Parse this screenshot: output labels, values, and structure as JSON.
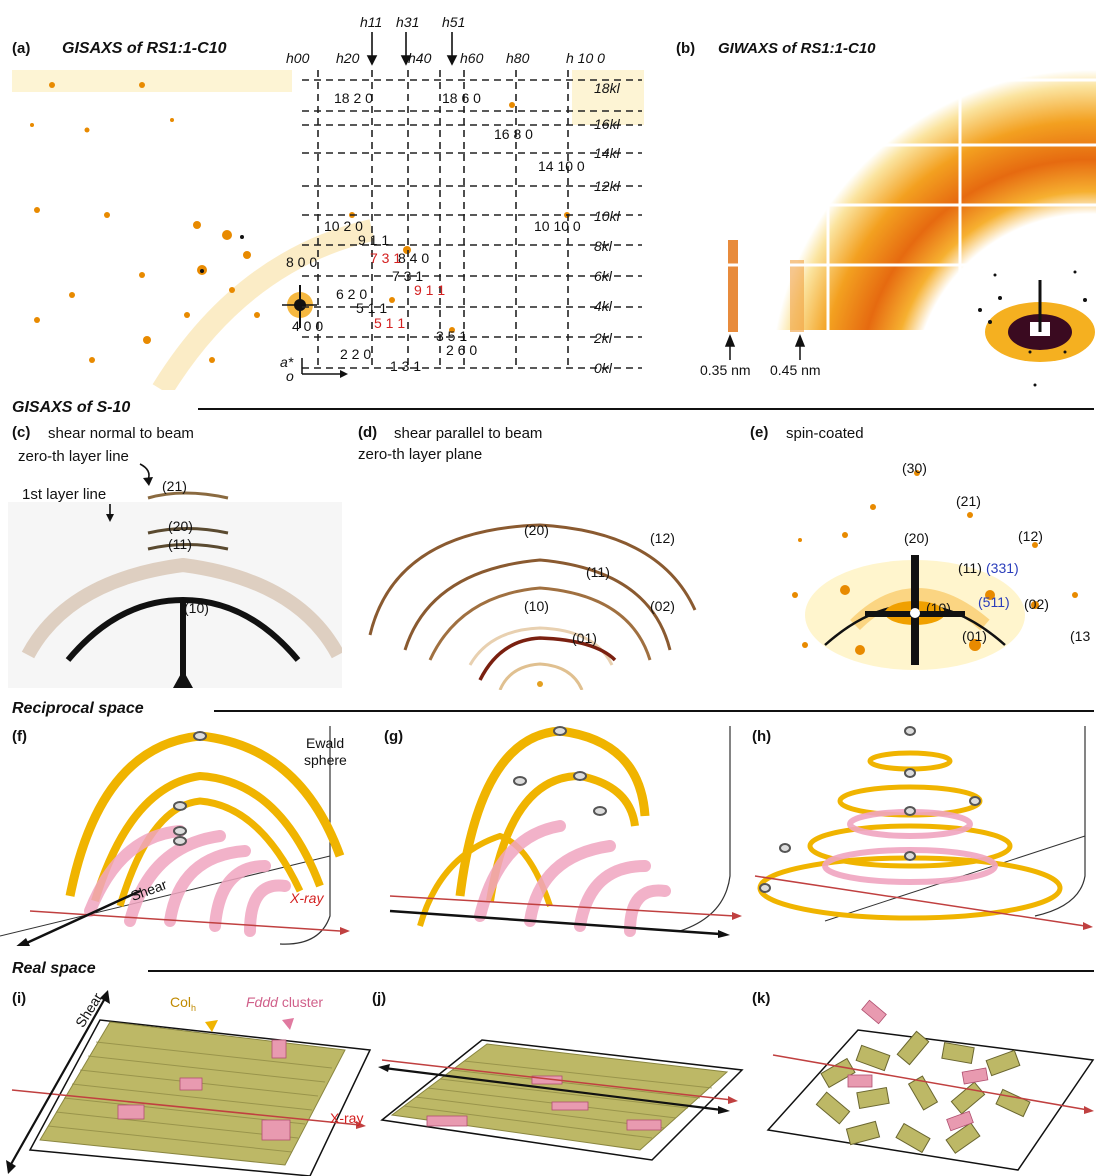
{
  "panels": {
    "a": {
      "letter": "(a)",
      "title": "GISAXS of RS1:1-C10"
    },
    "b": {
      "letter": "(b)",
      "title": "GIWAXS of RS1:1-C10"
    },
    "c": {
      "letter": "(c)",
      "title": "shear normal to beam"
    },
    "d": {
      "letter": "(d)",
      "title": "shear parallel to beam"
    },
    "e": {
      "letter": "(e)",
      "title": "spin-coated"
    },
    "f": {
      "letter": "(f)"
    },
    "g": {
      "letter": "(g)"
    },
    "h": {
      "letter": "(h)"
    },
    "i": {
      "letter": "(i)"
    },
    "j": {
      "letter": "(j)"
    },
    "k": {
      "letter": "(k)"
    }
  },
  "sections": {
    "gisaxs_s10": "GISAXS of S-10",
    "reciprocal": "Reciprocal space",
    "real": "Real space"
  },
  "panel_a": {
    "col_labels": [
      "h00",
      "h20",
      "h40",
      "h60",
      "h80",
      "h 10 0"
    ],
    "arrow_labels": [
      "h11",
      "h31",
      "h51"
    ],
    "row_labels": [
      "18kl",
      "16kl",
      "14kl",
      "12kl",
      "10kl",
      "8kl",
      "6kl",
      "4kl",
      "2kl",
      "0kl"
    ],
    "spots_black": [
      "18 2 0",
      "18 6 0",
      "16 8 0",
      "14 10 0",
      "10 2 0",
      "10 10 0",
      "9 1 1",
      "8 4 0",
      "8 0 0",
      "7 3 1",
      "6 2 0",
      "5 1 1",
      "4 0 0",
      "3 5 1",
      "2 6 0",
      "2 2 0",
      "1 3 1"
    ],
    "spots_red": [
      "7 3 1",
      "9 1 1",
      "5 1 1"
    ],
    "axis_a": "a*",
    "axis_o": "o"
  },
  "panel_b": {
    "markers": [
      "0.35 nm",
      "0.45 nm"
    ]
  },
  "panel_c": {
    "annotations": [
      "zero-th layer line",
      "1st layer line"
    ],
    "peaks": [
      "(21)",
      "(20)",
      "(11)",
      "(10)"
    ]
  },
  "panel_d": {
    "annotations": [
      "zero-th layer plane"
    ],
    "peaks": [
      "(20)",
      "(12)",
      "(11)",
      "(02)",
      "(10)",
      "(01)"
    ]
  },
  "panel_e": {
    "peaks": [
      "(30)",
      "(21)",
      "(20)",
      "(12)",
      "(11)",
      "(10)",
      "(02)",
      "(01)",
      "(13"
    ],
    "peaks_blue": [
      "(331)",
      "(511)"
    ]
  },
  "panel_f": {
    "labels": [
      "Ewald",
      "sphere",
      "Shear",
      "X-ray"
    ]
  },
  "panel_i": {
    "labels": [
      "Shear",
      "Col",
      "h",
      "Fddd",
      "cluster",
      "X-ray"
    ]
  },
  "colors": {
    "accent_red": "#d42020",
    "accent_blue": "#2a3dbb",
    "ring_yellow": "#f0b400",
    "ring_pink": "#f0a5c0",
    "rod_olive": "#bdb866"
  }
}
